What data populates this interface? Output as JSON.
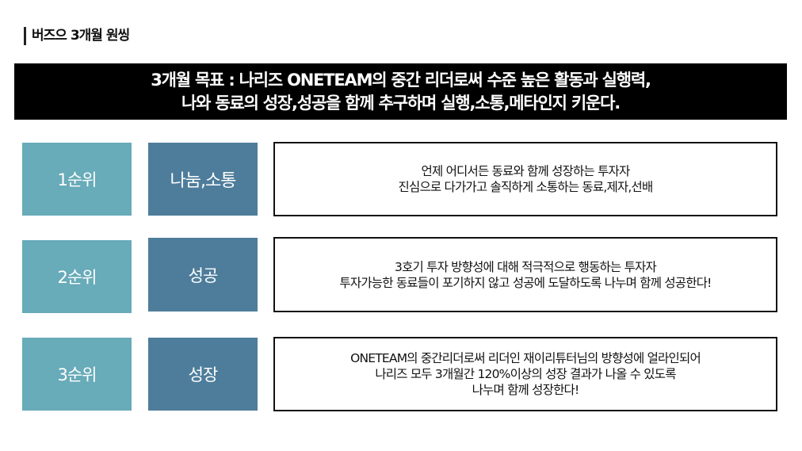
{
  "header": {
    "title": "버즈으 3개월 원씽"
  },
  "goal": {
    "line1": "3개월 목표 : 나리즈 ONETEAM의 중간 리더로써 수준 높은 활동과 실행력,",
    "line2": "나와 동료의 성장,성공을 함께 추구하며 실행,소통,메타인지 키운다."
  },
  "rows": [
    {
      "priority": "1순위",
      "category": "나눔,소통",
      "lines": [
        "언제 어디서든 동료와 함께 성장하는 투자자",
        "진심으로 다가가고 솔직하게 소통하는 동료,제자,선배"
      ]
    },
    {
      "priority": "2순위",
      "category": "성공",
      "lines": [
        "3호기 투자 방향성에 대해 적극적으로 행동하는 투자자",
        "투자가능한 동료들이 포기하지 않고 성공에 도달하도록 나누며 함께 성공한다!"
      ]
    },
    {
      "priority": "3순위",
      "category": "성장",
      "lines": [
        "ONETEAM의 중간리더로써 리더인 재이리튜터님의 방향성에 얼라인되어",
        "나리즈 모두 3개월간 120%이상의 성장 결과가 나올 수 있도록",
        "나누며 함께 성장한다!"
      ]
    }
  ],
  "colors": {
    "priority_bg": "#68abb9",
    "category_bg": "#4e7d9b",
    "banner_bg": "#000000"
  }
}
